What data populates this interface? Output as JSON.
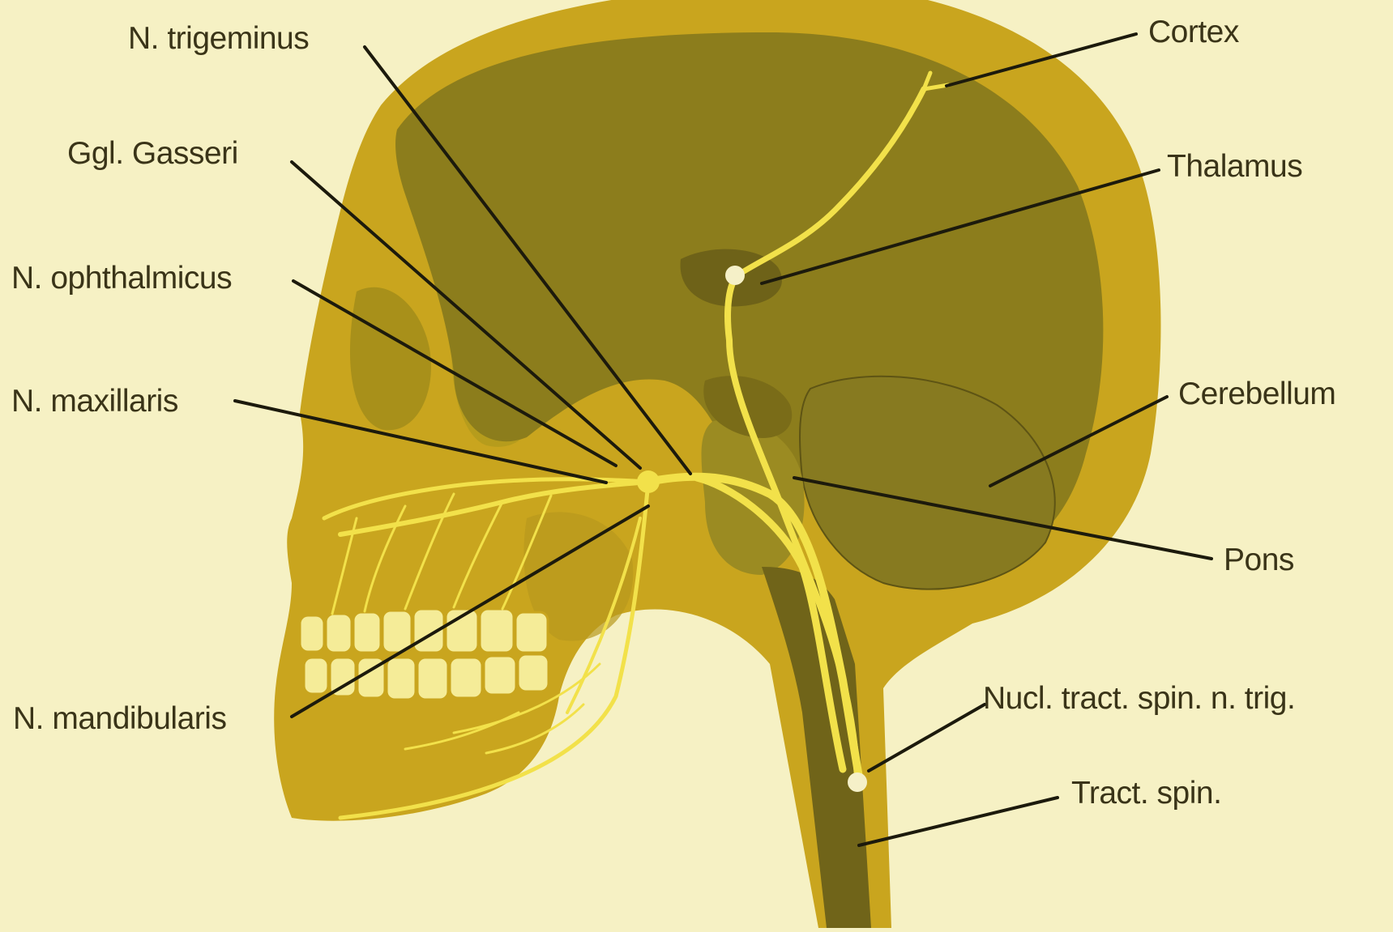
{
  "labels": {
    "trigeminus": "N. trigeminus",
    "gasseri": "Ggl. Gasseri",
    "ophthalmicus": "N. ophthalmicus",
    "maxillaris": "N. maxillaris",
    "mandibularis": "N. mandibularis",
    "cortex": "Cortex",
    "thalamus": "Thalamus",
    "cerebellum": "Cerebellum",
    "pons": "Pons",
    "nucleus": "Nucl. tract. spin. n. trig.",
    "tract": "Tract. spin."
  },
  "colors": {
    "background": "#f6f1c4",
    "skull": "#c9a51e",
    "skull_shadow": "#a8901a",
    "brain": "#8c7d1c",
    "cerebellum": "#877a20",
    "brainstem": "#706419",
    "nerve": "#f2e14a",
    "teeth": "#f5ec98",
    "leader": "#1c1a0c",
    "text": "#3a3418"
  }
}
